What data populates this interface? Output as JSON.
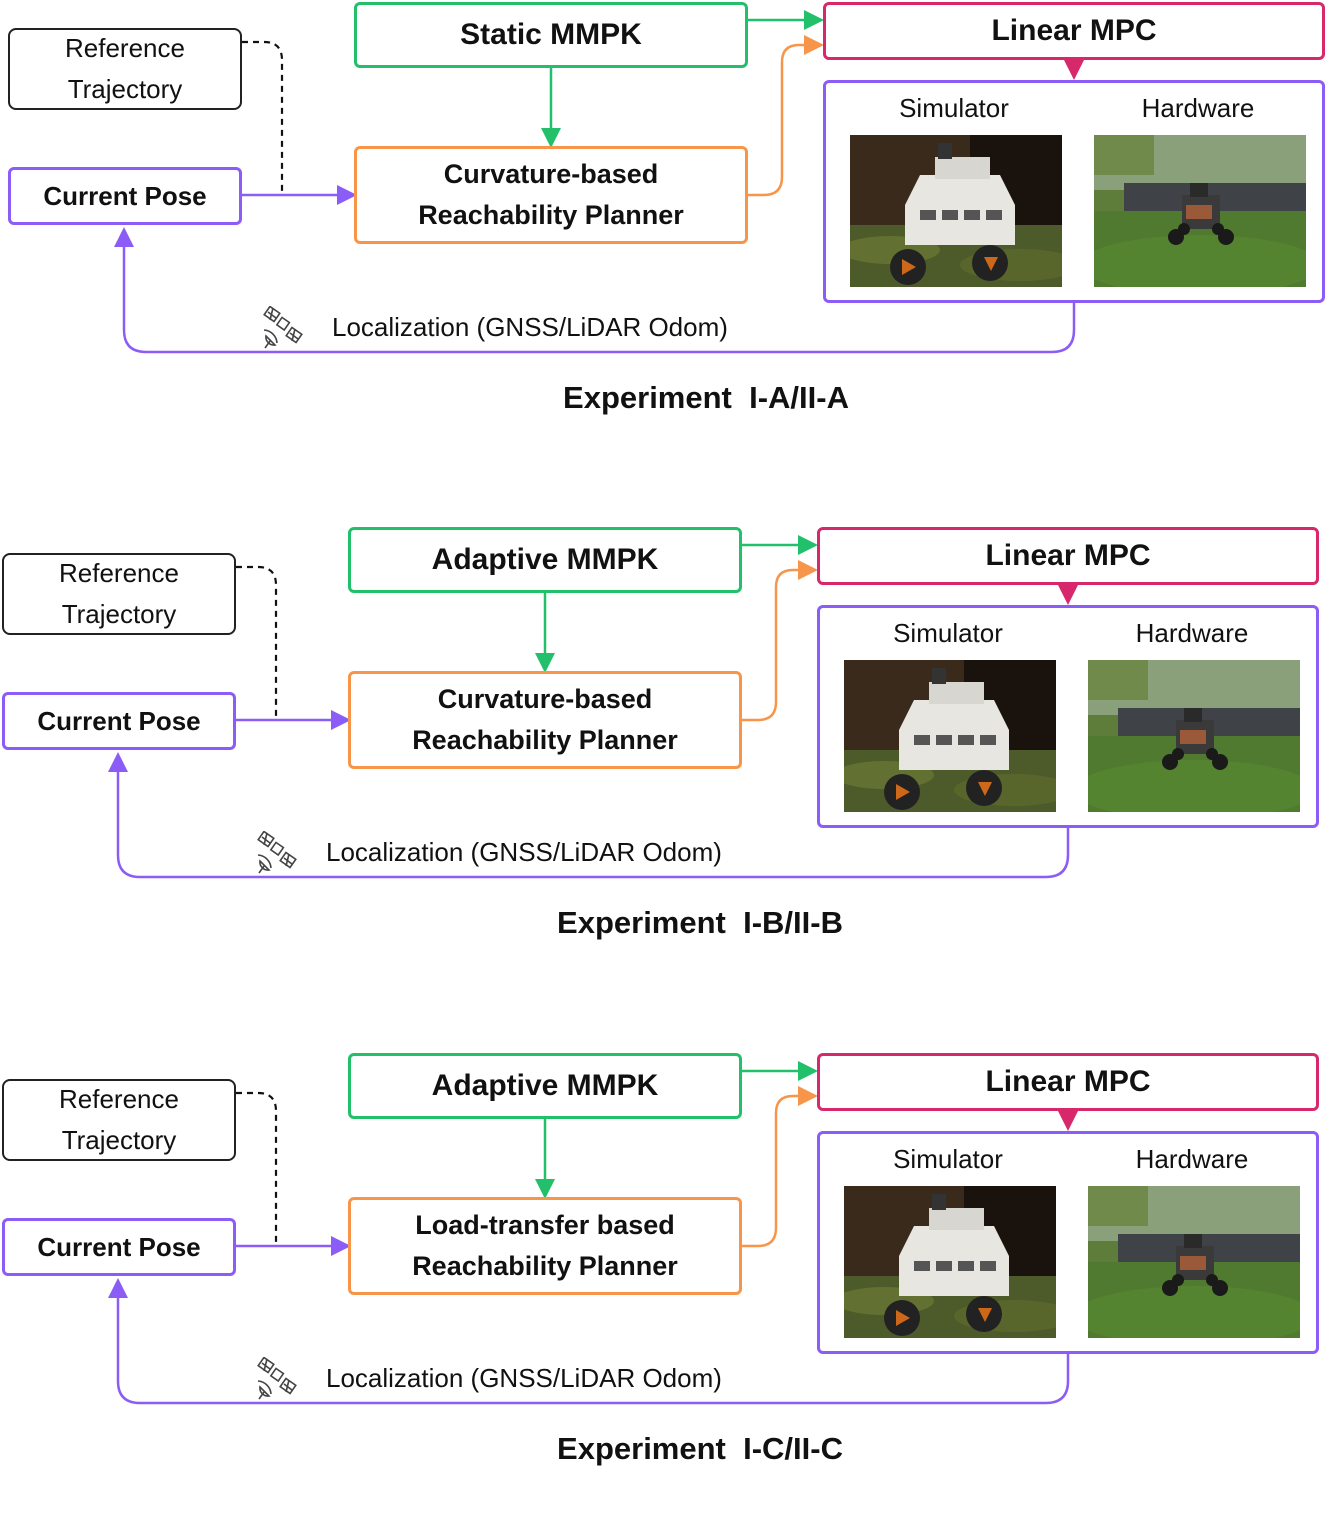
{
  "panels": [
    {
      "reference": "Reference\nTrajectory",
      "current_pose": "Current Pose",
      "mmpk": "Static MMPK",
      "planner": "Curvature-based\nReachability Planner",
      "mpc": "Linear MPC",
      "simulator_label": "Simulator",
      "hardware_label": "Hardware",
      "localization": "Localization (GNSS/LiDAR Odom)",
      "title": "Experiment  I-A/II-A"
    },
    {
      "reference": "Reference\nTrajectory",
      "current_pose": "Current Pose",
      "mmpk": "Adaptive MMPK",
      "planner": "Curvature-based\nReachability Planner",
      "mpc": "Linear MPC",
      "simulator_label": "Simulator",
      "hardware_label": "Hardware",
      "localization": "Localization (GNSS/LiDAR Odom)",
      "title": "Experiment  I-B/II-B"
    },
    {
      "reference": "Reference\nTrajectory",
      "current_pose": "Current Pose",
      "mmpk": "Adaptive MMPK",
      "planner": "Load-transfer based\nReachability Planner",
      "mpc": "Linear MPC",
      "simulator_label": "Simulator",
      "hardware_label": "Hardware",
      "localization": "Localization (GNSS/LiDAR Odom)",
      "title": "Experiment  I-C/II-C"
    }
  ],
  "colors": {
    "pose": "#8b5cf6",
    "mmpk": "#22c06a",
    "planner": "#f7964a",
    "mpc": "#d6286a",
    "reference": "#222222"
  },
  "icons": [
    "satellite-icon"
  ]
}
